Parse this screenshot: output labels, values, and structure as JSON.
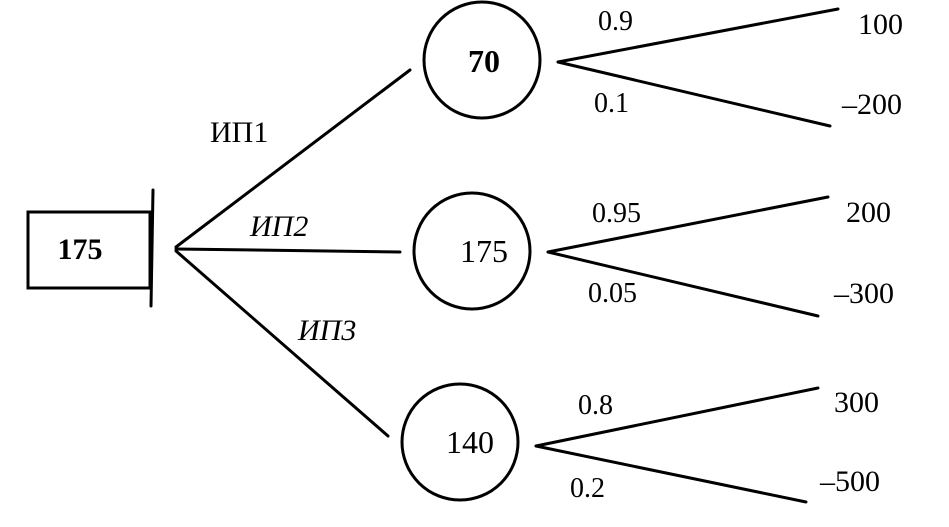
{
  "root": {
    "value": "175"
  },
  "branches": [
    {
      "label": "ИП1",
      "chance_value": "70",
      "outcomes": [
        {
          "probability": "0.9",
          "payoff": "100"
        },
        {
          "probability": "0.1",
          "payoff": "–200"
        }
      ]
    },
    {
      "label": "ИП2",
      "chance_value": "175",
      "outcomes": [
        {
          "probability": "0.95",
          "payoff": "200"
        },
        {
          "probability": "0.05",
          "payoff": "–300"
        }
      ]
    },
    {
      "label": "ИП3",
      "chance_value": "140",
      "outcomes": [
        {
          "probability": "0.8",
          "payoff": "300"
        },
        {
          "probability": "0.2",
          "payoff": "–500"
        }
      ]
    }
  ]
}
